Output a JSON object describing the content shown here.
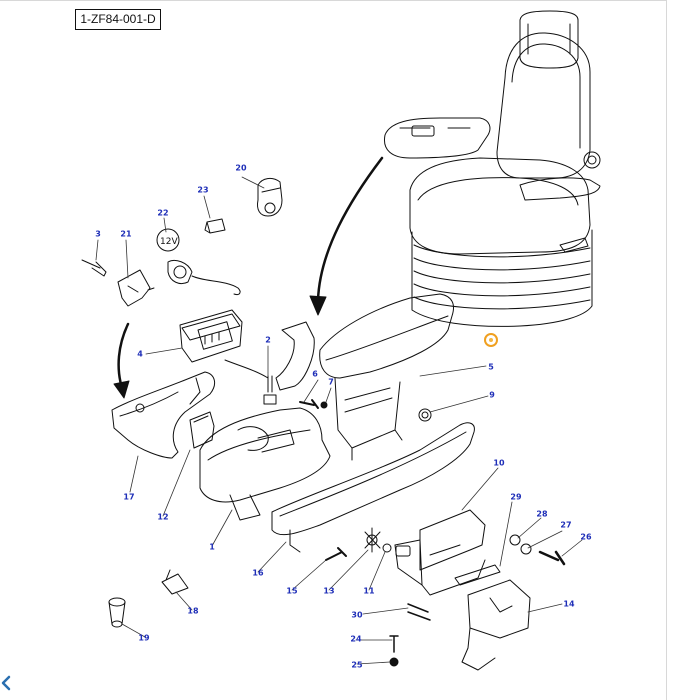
{
  "document": {
    "ref_code": "1-ZF84-001-D"
  },
  "callouts": [
    {
      "id": "c1",
      "label": "1"
    },
    {
      "id": "c2",
      "label": "2"
    },
    {
      "id": "c3",
      "label": "3"
    },
    {
      "id": "c4",
      "label": "4"
    },
    {
      "id": "c5",
      "label": "5"
    },
    {
      "id": "c6",
      "label": "6"
    },
    {
      "id": "c7",
      "label": "7"
    },
    {
      "id": "c9",
      "label": "9"
    },
    {
      "id": "c10",
      "label": "10"
    },
    {
      "id": "c11",
      "label": "11"
    },
    {
      "id": "c12",
      "label": "12"
    },
    {
      "id": "c13",
      "label": "13"
    },
    {
      "id": "c14",
      "label": "14"
    },
    {
      "id": "c15",
      "label": "15"
    },
    {
      "id": "c16",
      "label": "16"
    },
    {
      "id": "c17",
      "label": "17"
    },
    {
      "id": "c18",
      "label": "18"
    },
    {
      "id": "c19",
      "label": "19"
    },
    {
      "id": "c20",
      "label": "20"
    },
    {
      "id": "c21",
      "label": "21"
    },
    {
      "id": "c22",
      "label": "22"
    },
    {
      "id": "c23",
      "label": "23"
    },
    {
      "id": "c24",
      "label": "24"
    },
    {
      "id": "c25",
      "label": "25"
    },
    {
      "id": "c26",
      "label": "26"
    },
    {
      "id": "c27",
      "label": "27"
    },
    {
      "id": "c28",
      "label": "28"
    },
    {
      "id": "c29",
      "label": "29"
    },
    {
      "id": "c30",
      "label": "30"
    }
  ],
  "colors": {
    "callout_text": "#1f2fb8",
    "line_art": "#111111",
    "hotspot": "#f0a020"
  }
}
